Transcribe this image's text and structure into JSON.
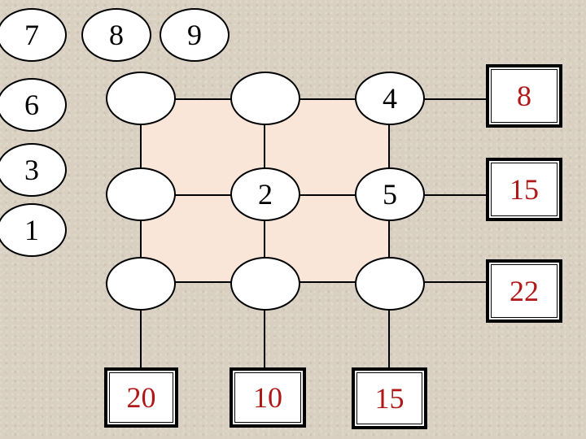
{
  "colors": {
    "grid_fill": "#f9e6d8",
    "target_text": "#b01818",
    "line": "#000000"
  },
  "tray": [
    "7",
    "8",
    "9",
    "6",
    "3",
    "1"
  ],
  "grid": [
    [
      "",
      "",
      "4"
    ],
    [
      "",
      "2",
      "5"
    ],
    [
      "",
      "",
      ""
    ]
  ],
  "row_targets": [
    "8",
    "15",
    "22"
  ],
  "col_targets": [
    "20",
    "10",
    "15"
  ]
}
